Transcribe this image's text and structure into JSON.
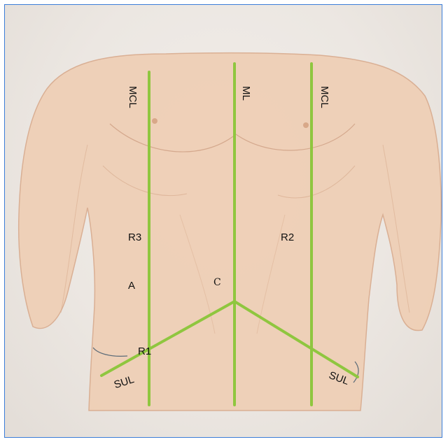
{
  "labels": {
    "mcl_right": "MCL",
    "ml": "ML",
    "mcl_left": "MCL",
    "r3": "R3",
    "r2": "R2",
    "a": "A",
    "c": "C",
    "r1": "R1",
    "sul_right": "SUL",
    "sul_left": "SUL"
  },
  "colors": {
    "line": "#8fc63f",
    "skin": "#efcfb6",
    "skin_shadow": "#d9ad90",
    "border": "#3b7dd8"
  }
}
